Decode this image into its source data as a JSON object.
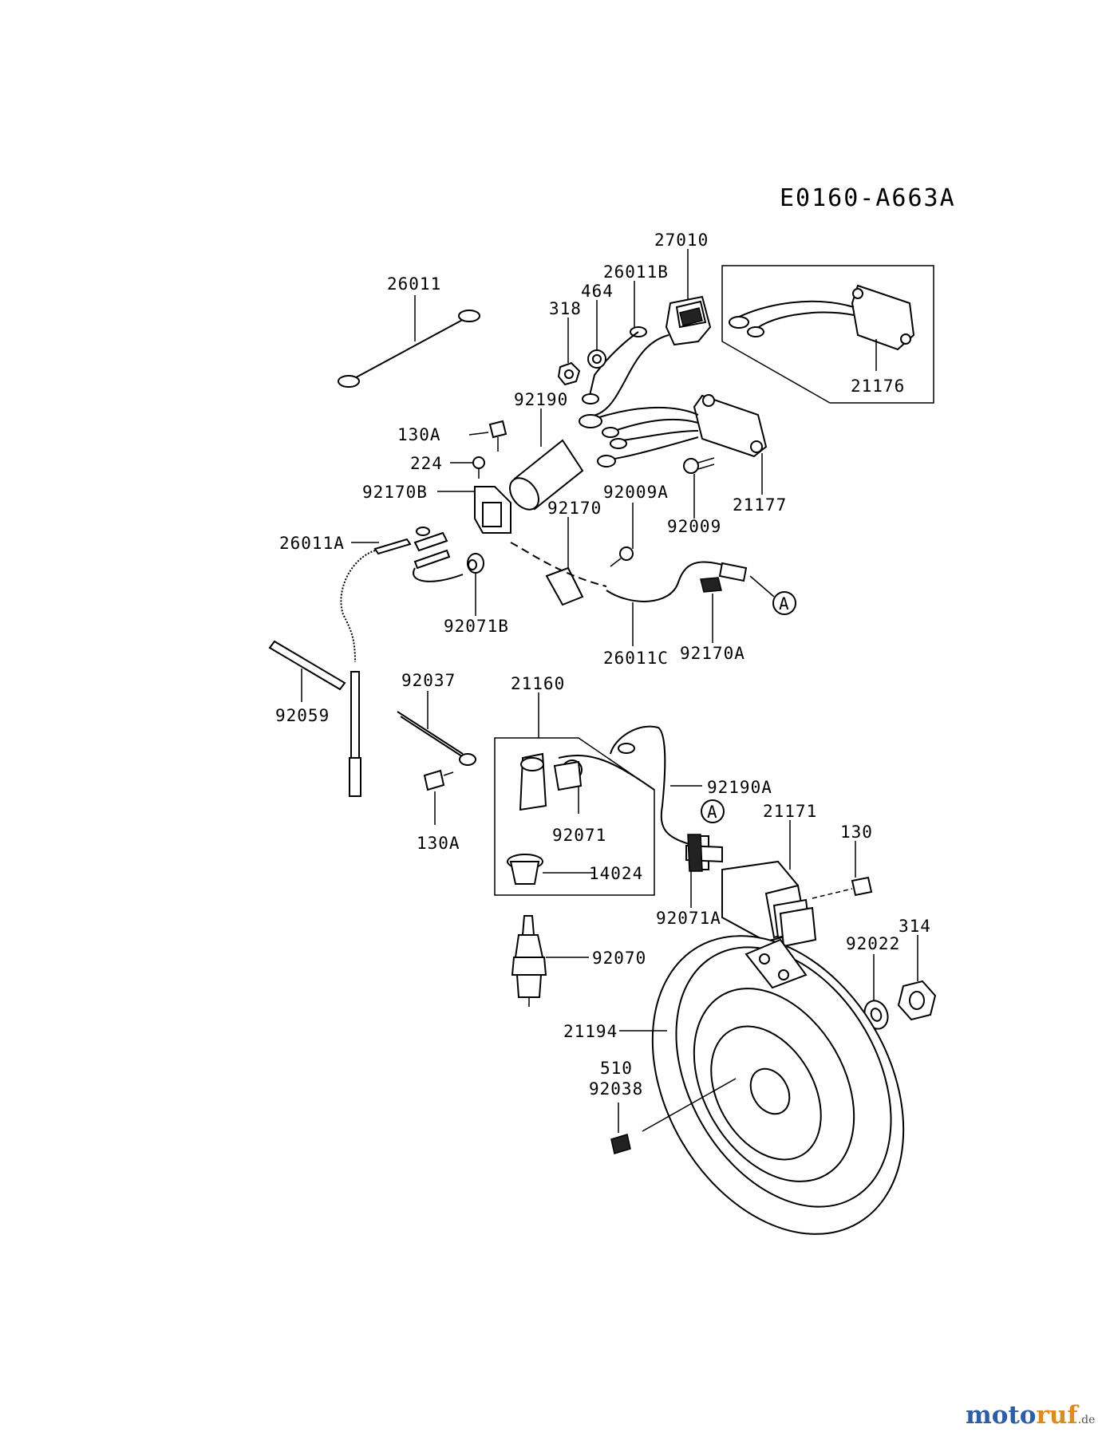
{
  "diagram_code": "E0160-A663A",
  "callouts": {
    "p27010": "27010",
    "p26011B": "26011B",
    "p464": "464",
    "p318": "318",
    "p26011": "26011",
    "p21176": "21176",
    "p92190": "92190",
    "p130A_top": "130A",
    "p224": "224",
    "p92170B": "92170B",
    "p92009A": "92009A",
    "p92170": "92170",
    "p92009": "92009",
    "p21177": "21177",
    "p26011A": "26011A",
    "p92071B": "92071B",
    "p26011C": "26011C",
    "p92170A": "92170A",
    "ref_a1": "A",
    "p92037": "92037",
    "p21160": "21160",
    "p92059": "92059",
    "p92190A": "92190A",
    "ref_a2": "A",
    "p21171": "21171",
    "p130": "130",
    "p92071": "92071",
    "p130A_bottom": "130A",
    "p14024": "14024",
    "p92071A": "92071A",
    "p314": "314",
    "p92022": "92022",
    "p92070": "92070",
    "p21194": "21194",
    "p510": "510",
    "p92038": "92038"
  },
  "watermark": {
    "brand_part1": "moto",
    "brand_part2": "ruf",
    "suffix": ".de",
    "color1": "#2e5da8",
    "color2": "#e08a1e"
  }
}
